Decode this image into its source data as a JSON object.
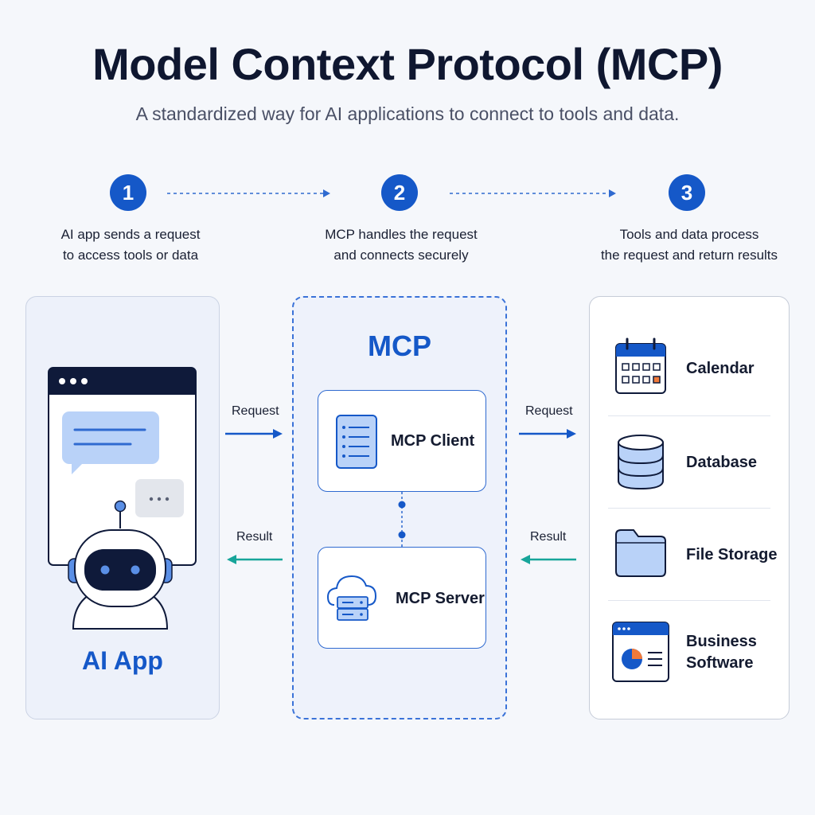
{
  "header": {
    "title": "Model Context Protocol (MCP)",
    "subtitle": "A standardized way for AI applications to connect to tools and data."
  },
  "steps": [
    {
      "number": "1",
      "line1": "AI app sends a request",
      "line2": "to access tools or data"
    },
    {
      "number": "2",
      "line1": "MCP handles the request",
      "line2": "and connects securely"
    },
    {
      "number": "3",
      "line1": "Tools and data process",
      "line2": "the request and return results"
    }
  ],
  "ai_app": {
    "label": "AI App"
  },
  "mcp": {
    "label": "MCP",
    "client_label": "MCP Client",
    "server_label": "MCP Server"
  },
  "flows": {
    "request_label": "Request",
    "result_label": "Result"
  },
  "tools": [
    {
      "label": "Calendar",
      "icon": "calendar-icon"
    },
    {
      "label": "Database",
      "icon": "database-icon"
    },
    {
      "label": "File Storage",
      "icon": "folder-icon"
    },
    {
      "label_line1": "Business",
      "label_line2": "Software",
      "icon": "business-software-icon"
    }
  ],
  "colors": {
    "primary_blue": "#1558c8",
    "result_teal": "#17a59a",
    "light_blue": "#b9d2f8",
    "navy": "#0f1a3a",
    "accent_orange": "#f07a3a"
  }
}
